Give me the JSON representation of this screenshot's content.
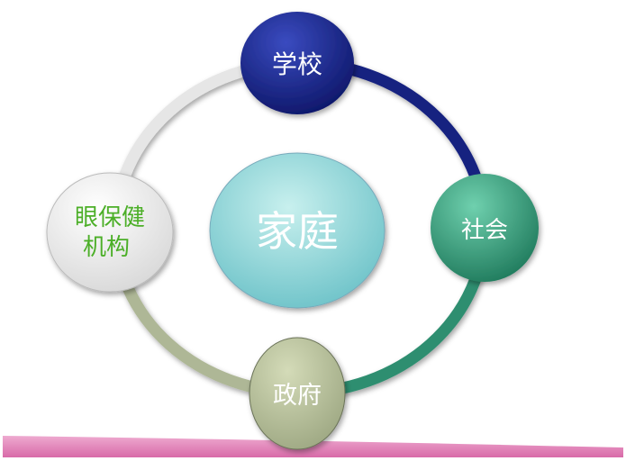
{
  "center": {
    "label": "家庭"
  },
  "nodes": {
    "top": {
      "label": "学校",
      "color": "#1a237e"
    },
    "right": {
      "label": "社会",
      "color": "#2e8b6e"
    },
    "bottom": {
      "label": "政府",
      "color": "#b5bd9a"
    },
    "left": {
      "label_line1": "眼保健",
      "label_line2": "机构",
      "color": "#f4f4f4",
      "text_color": "#4caf28"
    }
  },
  "colors": {
    "center": "#8fd3d6",
    "band": "#e07ab5"
  }
}
